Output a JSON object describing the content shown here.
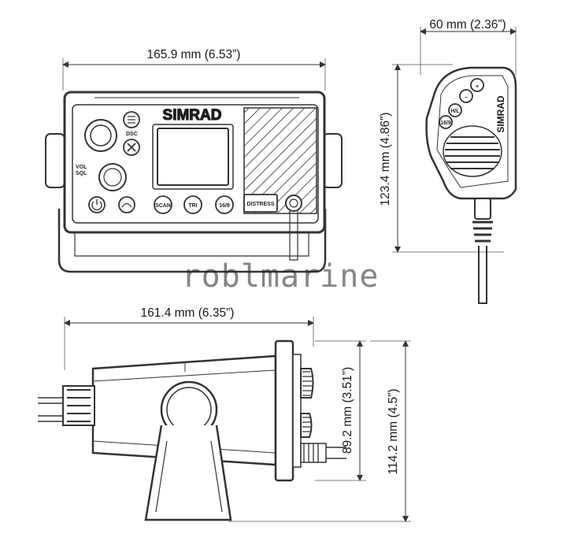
{
  "dimensions": {
    "front_width": "165.9 mm (6.53”)",
    "mic_width": "60 mm (2.36”)",
    "mic_height": "123.4 mm (4.86”)",
    "side_depth": "161.4 mm (6.35”)",
    "side_body_height": "89.2 mm (3.51”)",
    "side_total_height": "114.2 mm (4.5”)"
  },
  "brand": "SIMRAD",
  "mic_brand": "SIMRAD",
  "buttons": {
    "dsc": "DSC",
    "vol_sql": "VOL\nSQL",
    "scan": "SCAN",
    "tri": "TRI",
    "ch16_9": "16/9",
    "distress": "DISTRESS",
    "mic_hl": "H/L",
    "mic_16_9": "16/9"
  },
  "watermark": "roblmarine"
}
